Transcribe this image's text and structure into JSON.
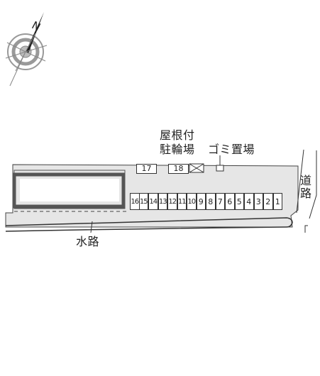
{
  "compass": {
    "north_label": "N",
    "icon": "compass-rose-icon"
  },
  "labels": {
    "covered_bicycle_parking": [
      "屋根付",
      "駐輪場"
    ],
    "garbage_area": "ゴミ置場",
    "road": "道路",
    "waterway": "水路"
  },
  "parking": {
    "row": [
      "16",
      "15",
      "14",
      "13",
      "12",
      "11",
      "10",
      "9",
      "8",
      "7",
      "6",
      "5",
      "4",
      "3",
      "2",
      "1"
    ],
    "standalone": [
      "17",
      "18"
    ]
  },
  "colors": {
    "site_fill": "#e6e6e6",
    "building_outline": "#555555",
    "line": "#333333"
  }
}
